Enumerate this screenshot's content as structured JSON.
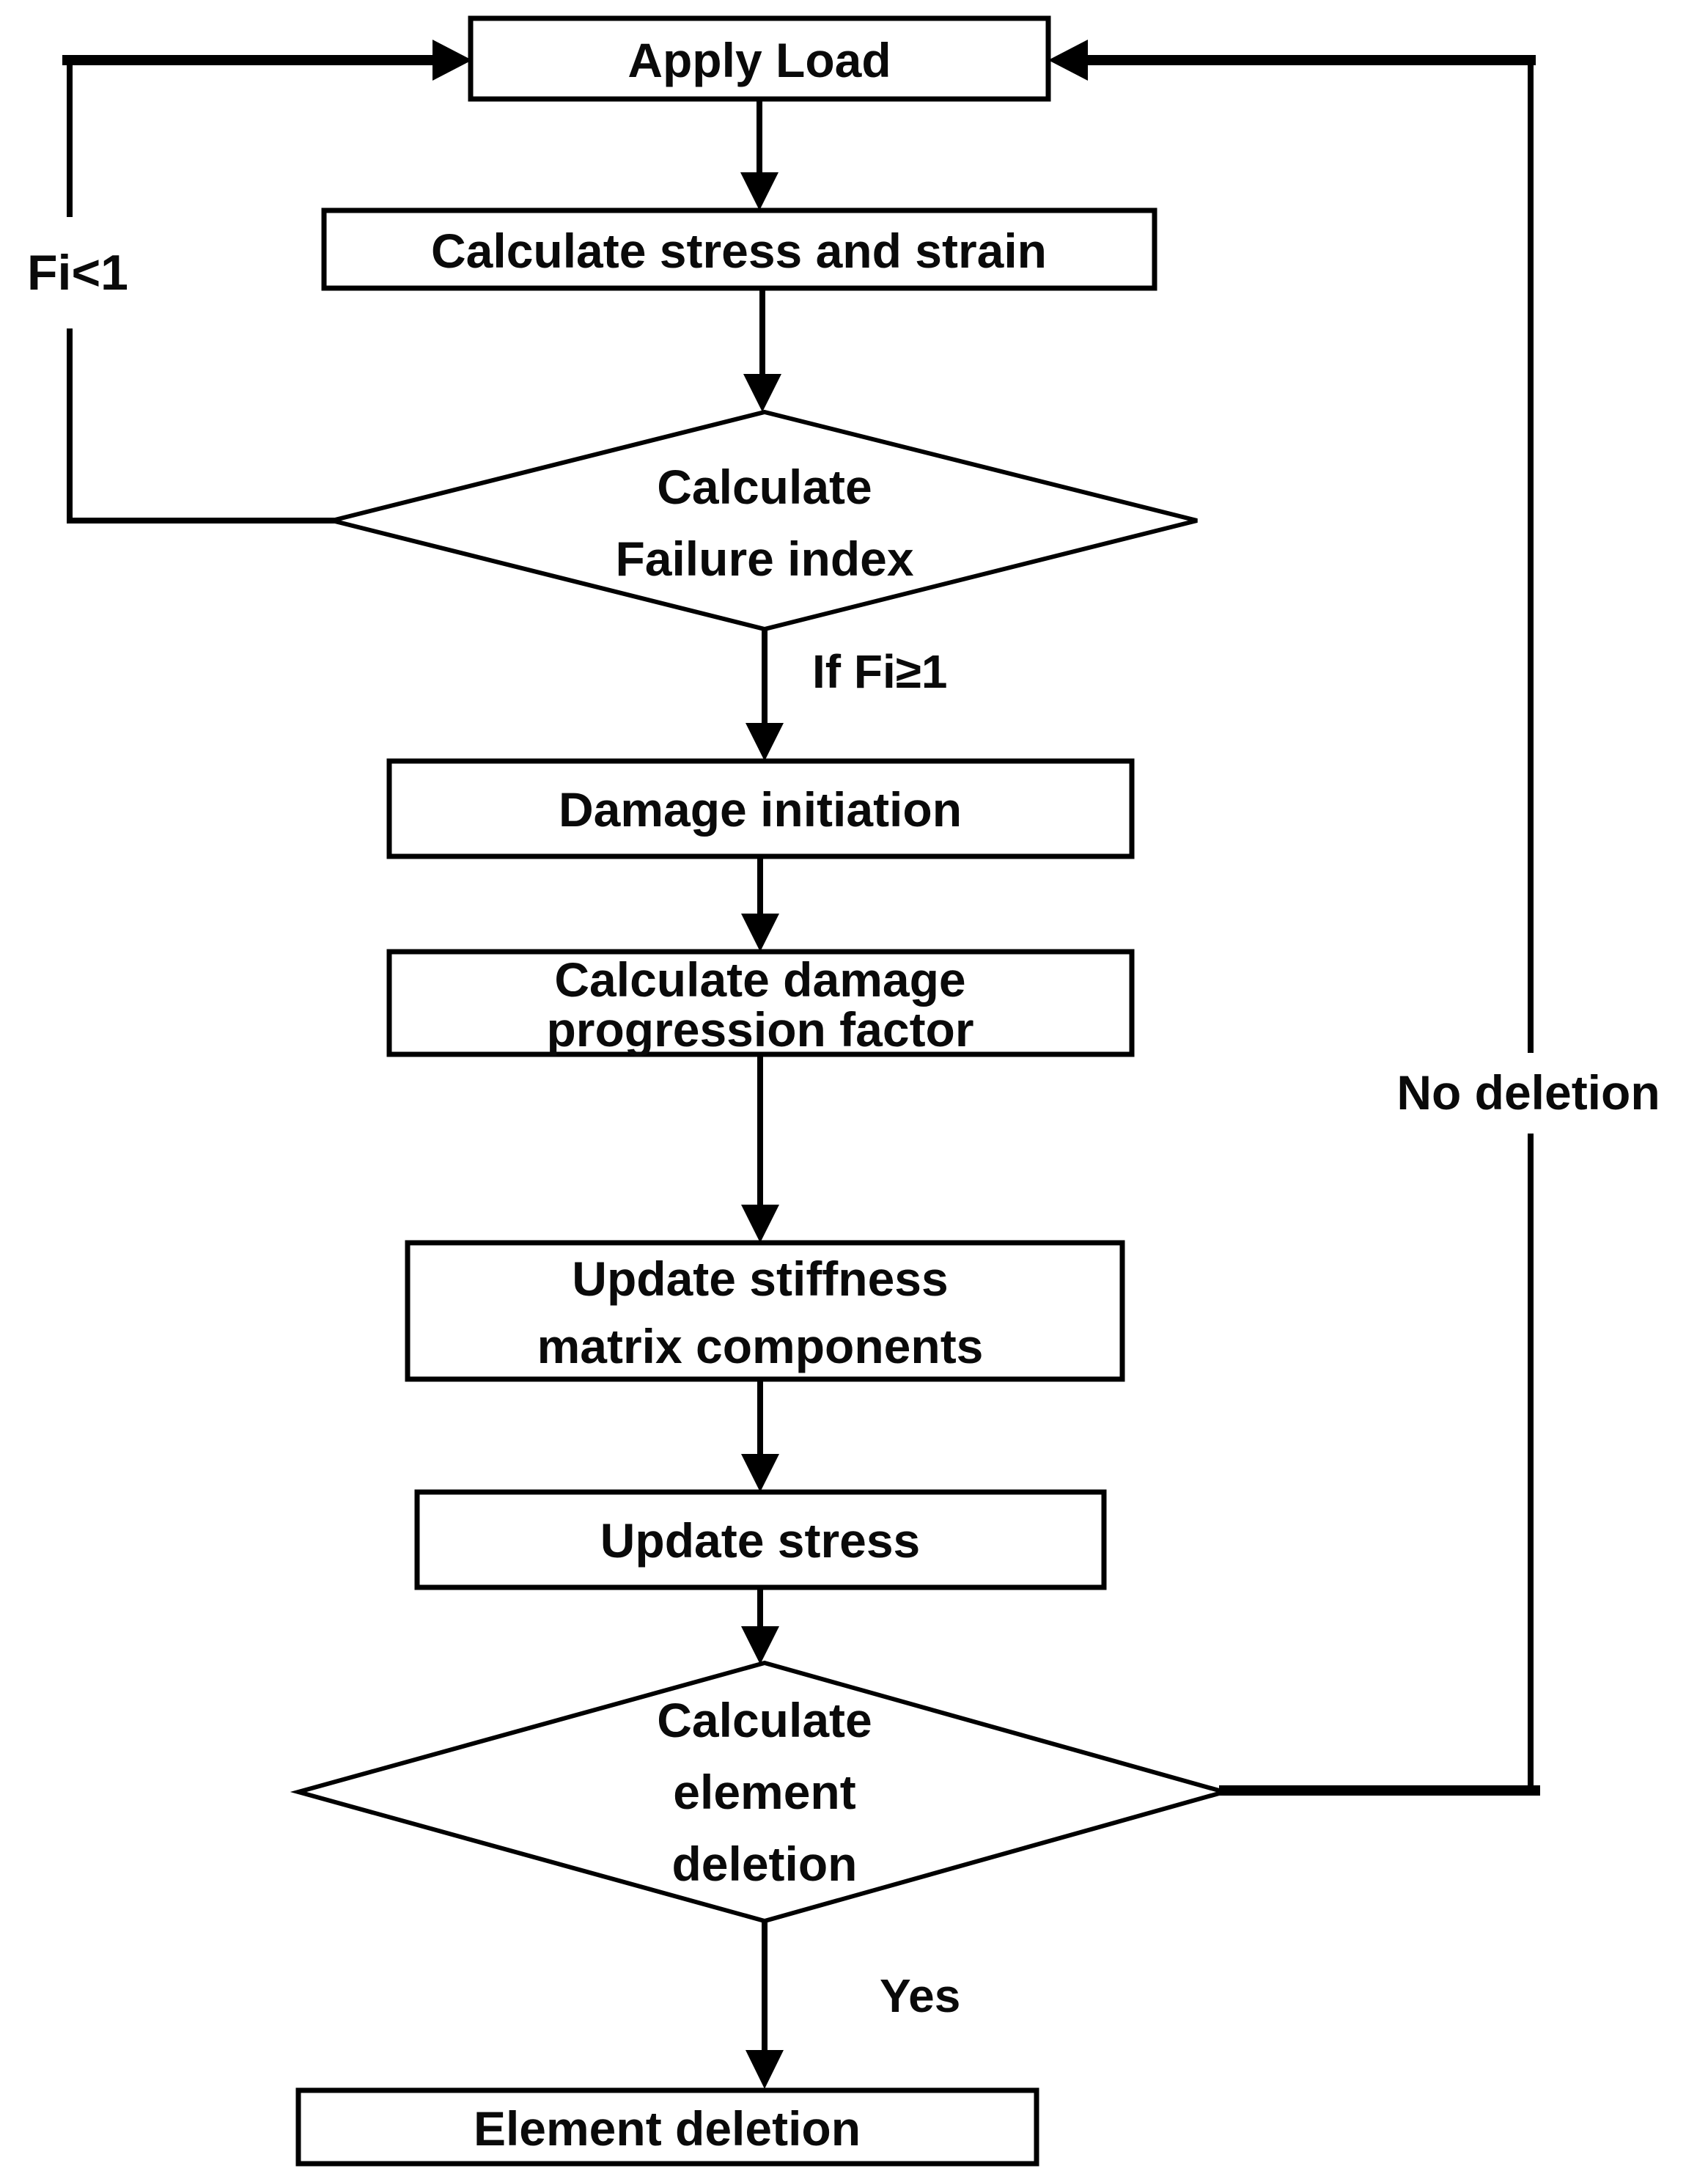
{
  "figure": {
    "type": "flowchart",
    "background_color": "#ffffff",
    "line_color": "#000000",
    "text_color": "#0a0a0a"
  },
  "nodes": {
    "apply_load": {
      "shape": "rect",
      "label": "Apply Load"
    },
    "calc_stress_strain": {
      "shape": "rect",
      "label": "Calculate stress and strain"
    },
    "failure_index_decision": {
      "shape": "diamond",
      "lines": [
        "Calculate",
        "Failure index"
      ]
    },
    "damage_initiation": {
      "shape": "rect",
      "label": "Damage initiation"
    },
    "damage_progression": {
      "shape": "rect",
      "lines": [
        "Calculate damage",
        "progression factor"
      ]
    },
    "update_stiffness": {
      "shape": "rect",
      "lines": [
        "Update stiffness",
        "matrix components"
      ]
    },
    "update_stress": {
      "shape": "rect",
      "label": "Update stress"
    },
    "element_deletion_decision": {
      "shape": "diamond",
      "lines": [
        "Calculate",
        "element",
        "deletion"
      ]
    },
    "element_deletion": {
      "shape": "rect",
      "label": "Element deletion"
    }
  },
  "edge_labels": {
    "fi_lt_1": "Fi<1",
    "if_fi_ge_1": "If Fi≥1",
    "yes": "Yes",
    "no_deletion": "No deletion"
  }
}
